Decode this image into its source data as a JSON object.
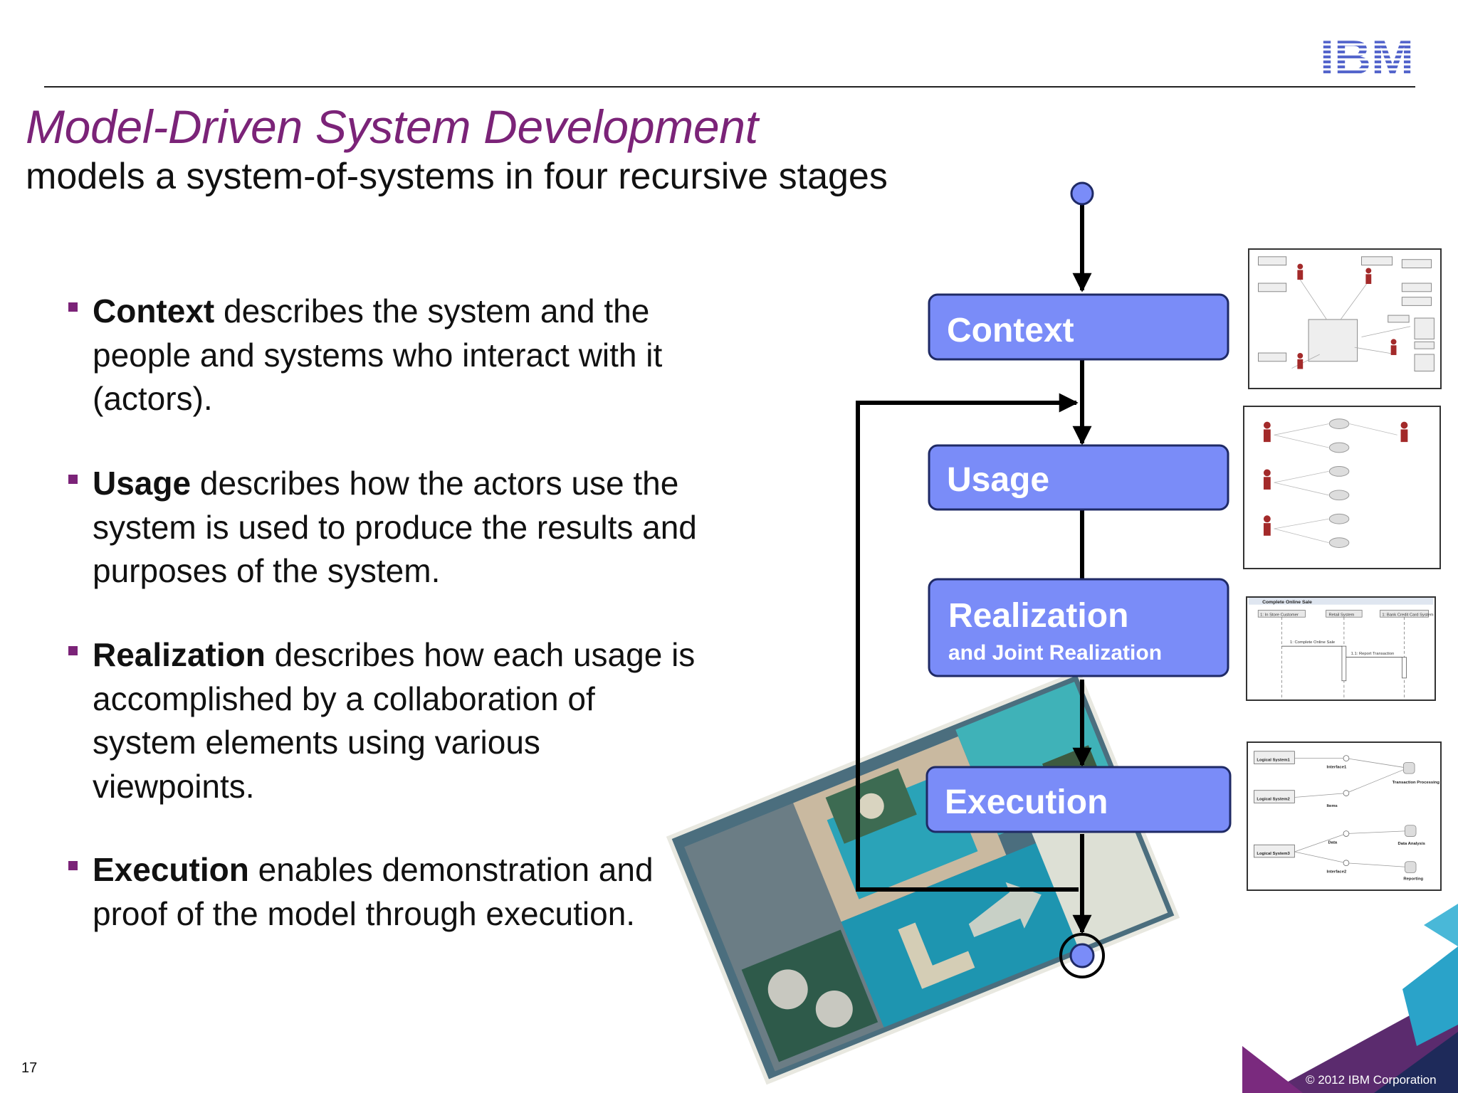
{
  "header": {
    "logo_text": "IBM",
    "title": "Model-Driven System Development",
    "subtitle": "models a system-of-systems in four recursive stages"
  },
  "bullets": [
    {
      "term": "Context",
      "line1": " describes the system and the",
      "line2": "people and systems who interact with it",
      "line3": "(actors).",
      "line4": ""
    },
    {
      "term": "Usage",
      "line1": " describes how the actors use the",
      "line2": "system is used to produce the results and",
      "line3": "purposes of the system.",
      "line4": ""
    },
    {
      "term": "Realization",
      "line1": " describes how each usage is",
      "line2": "accomplished by a collaboration of",
      "line3": "system elements using various",
      "line4": "viewpoints."
    },
    {
      "term": "Execution",
      "line1": " enables demonstration and",
      "line2": "proof of the model through execution.",
      "line3": "",
      "line4": ""
    }
  ],
  "stages": {
    "context": "Context",
    "usage": "Usage",
    "realization": "Realization",
    "realization_sub": "and Joint Realization",
    "execution": "Execution"
  },
  "thumbnails": {
    "realization_title": "Complete Online Sale",
    "realization_lifelines": [
      "1: In Store Customer",
      "Retail System",
      "1: Bank Credit Card System"
    ],
    "realization_messages": [
      "1: Complete Online Sale",
      "1.1: Report Transaction"
    ],
    "execution_nodes": [
      "Logical System1",
      "Logical System2",
      "Logical System3"
    ],
    "execution_interfaces": [
      "Interface1",
      "Items",
      "Data",
      "Interface2"
    ],
    "execution_services": [
      "Transaction Processing",
      "Data Analysis",
      "Reporting"
    ]
  },
  "colors": {
    "title": "#7b2378",
    "bullet": "#7b2378",
    "stage_fill": "#7a8cf8",
    "stage_stroke": "#1f2a66",
    "logo": "#5566cc",
    "teal": "#2a9fb5",
    "dark_green": "#2e5a4a",
    "purple": "#5b2b6e"
  },
  "footer": {
    "page_number": "17",
    "copyright": "© 2012 IBM Corporation"
  }
}
